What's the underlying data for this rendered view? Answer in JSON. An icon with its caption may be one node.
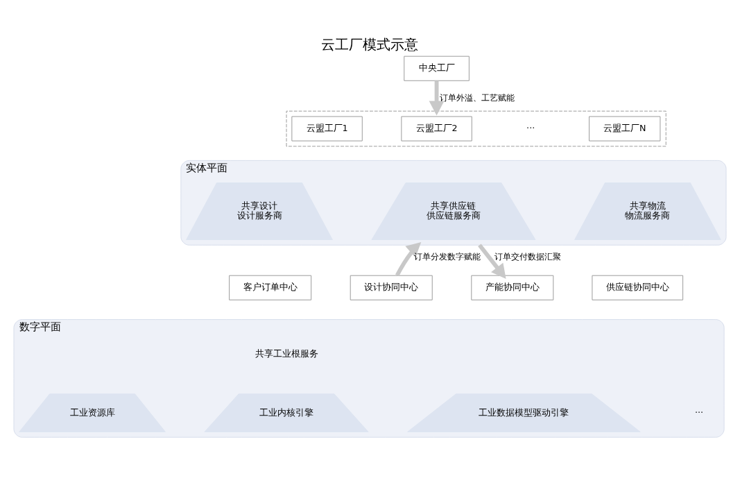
{
  "diagram": {
    "title": "云工厂模式示意",
    "nodes": [
      {
        "text": [
          "中央工厂"
        ]
      },
      {
        "text": [],
        "shape": "box"
      },
      {
        "text": [
          "云盟工厂1"
        ],
        "in": 1
      },
      {
        "text": [
          "云盟工厂2"
        ],
        "in": 1
      },
      {
        "text": [
          "云盟工厂N"
        ],
        "in": 1
      },
      {
        "text": [
          "实体平面"
        ]
      },
      {
        "text": [
          "共享设计",
          "设计服务商"
        ],
        "in": 5
      },
      {
        "text": [
          "共享供应链",
          "供应链服务商"
        ],
        "in": 5
      },
      {
        "text": [
          "共享物流",
          "物流服务商"
        ],
        "in": 5
      },
      {
        "text": [
          "客户订单中心"
        ]
      },
      {
        "text": [
          "设计协同中心"
        ]
      },
      {
        "text": [
          "产能协同中心"
        ]
      },
      {
        "text": [
          "供应链协同中心"
        ]
      },
      {
        "text": [
          "数字平面"
        ]
      },
      {
        "text": [
          "工业资源库"
        ],
        "in": 13
      },
      {
        "text": [
          "工业内核引擎"
        ],
        "in": 13
      },
      {
        "text": [
          "工业数据模型驱动引擎"
        ],
        "in": 13
      }
    ],
    "edges": [
      {
        "from": 0,
        "to": 1,
        "arrow": "to",
        "label": "订单外溢、工艺赋能"
      },
      {
        "from": 10,
        "to": 5,
        "arrow": "to",
        "label": "订单分发数字赋能"
      },
      {
        "from": 5,
        "to": 11,
        "arrow": "to",
        "label": "订单交付数据汇聚"
      }
    ],
    "labels": [
      "···",
      "共享工业根服务",
      "···"
    ]
  }
}
